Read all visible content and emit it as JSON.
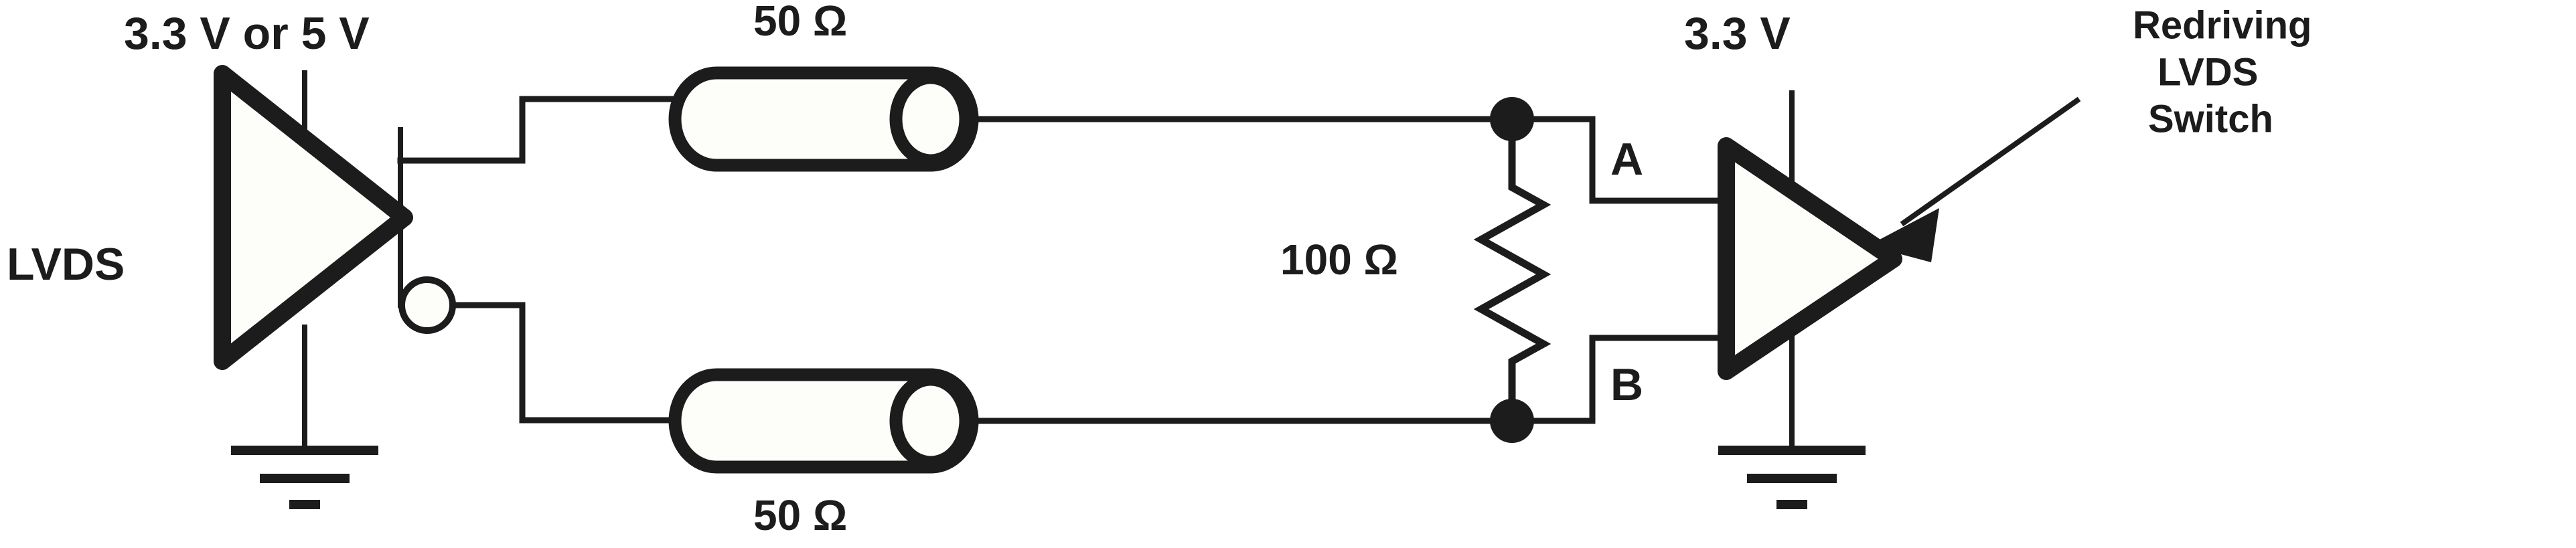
{
  "diagram": {
    "title": "LVDS redriving switch interconnect schematic",
    "background_color": "#ffffff",
    "line_color": "#1c1c1c"
  },
  "labels": {
    "source_block": "LVDS",
    "source_supply": "3.3 V or 5 V",
    "tline_top": "50 Ω",
    "tline_bottom": "50 Ω",
    "termination": "100 Ω",
    "node_a": "A",
    "node_b": "B",
    "sink_supply": "3.3 V",
    "callout_line1": "Redriving",
    "callout_line2": "LVDS",
    "callout_line3": "Switch"
  },
  "components": [
    {
      "name": "lvds-driver-buffer",
      "type": "buffer",
      "outputs": [
        "non-inverting",
        "inverting"
      ]
    },
    {
      "name": "transmission-line-top",
      "type": "coax",
      "impedance": "50 Ω"
    },
    {
      "name": "transmission-line-bottom",
      "type": "coax",
      "impedance": "50 Ω"
    },
    {
      "name": "termination-resistor",
      "type": "resistor",
      "value": "100 Ω"
    },
    {
      "name": "redriving-lvds-switch-buffer",
      "type": "buffer",
      "supply": "3.3 V"
    },
    {
      "name": "ground-symbol-left",
      "type": "ground"
    },
    {
      "name": "ground-symbol-right",
      "type": "ground"
    }
  ],
  "nets": [
    {
      "name": "net-a",
      "label": "A"
    },
    {
      "name": "net-b",
      "label": "B"
    }
  ]
}
